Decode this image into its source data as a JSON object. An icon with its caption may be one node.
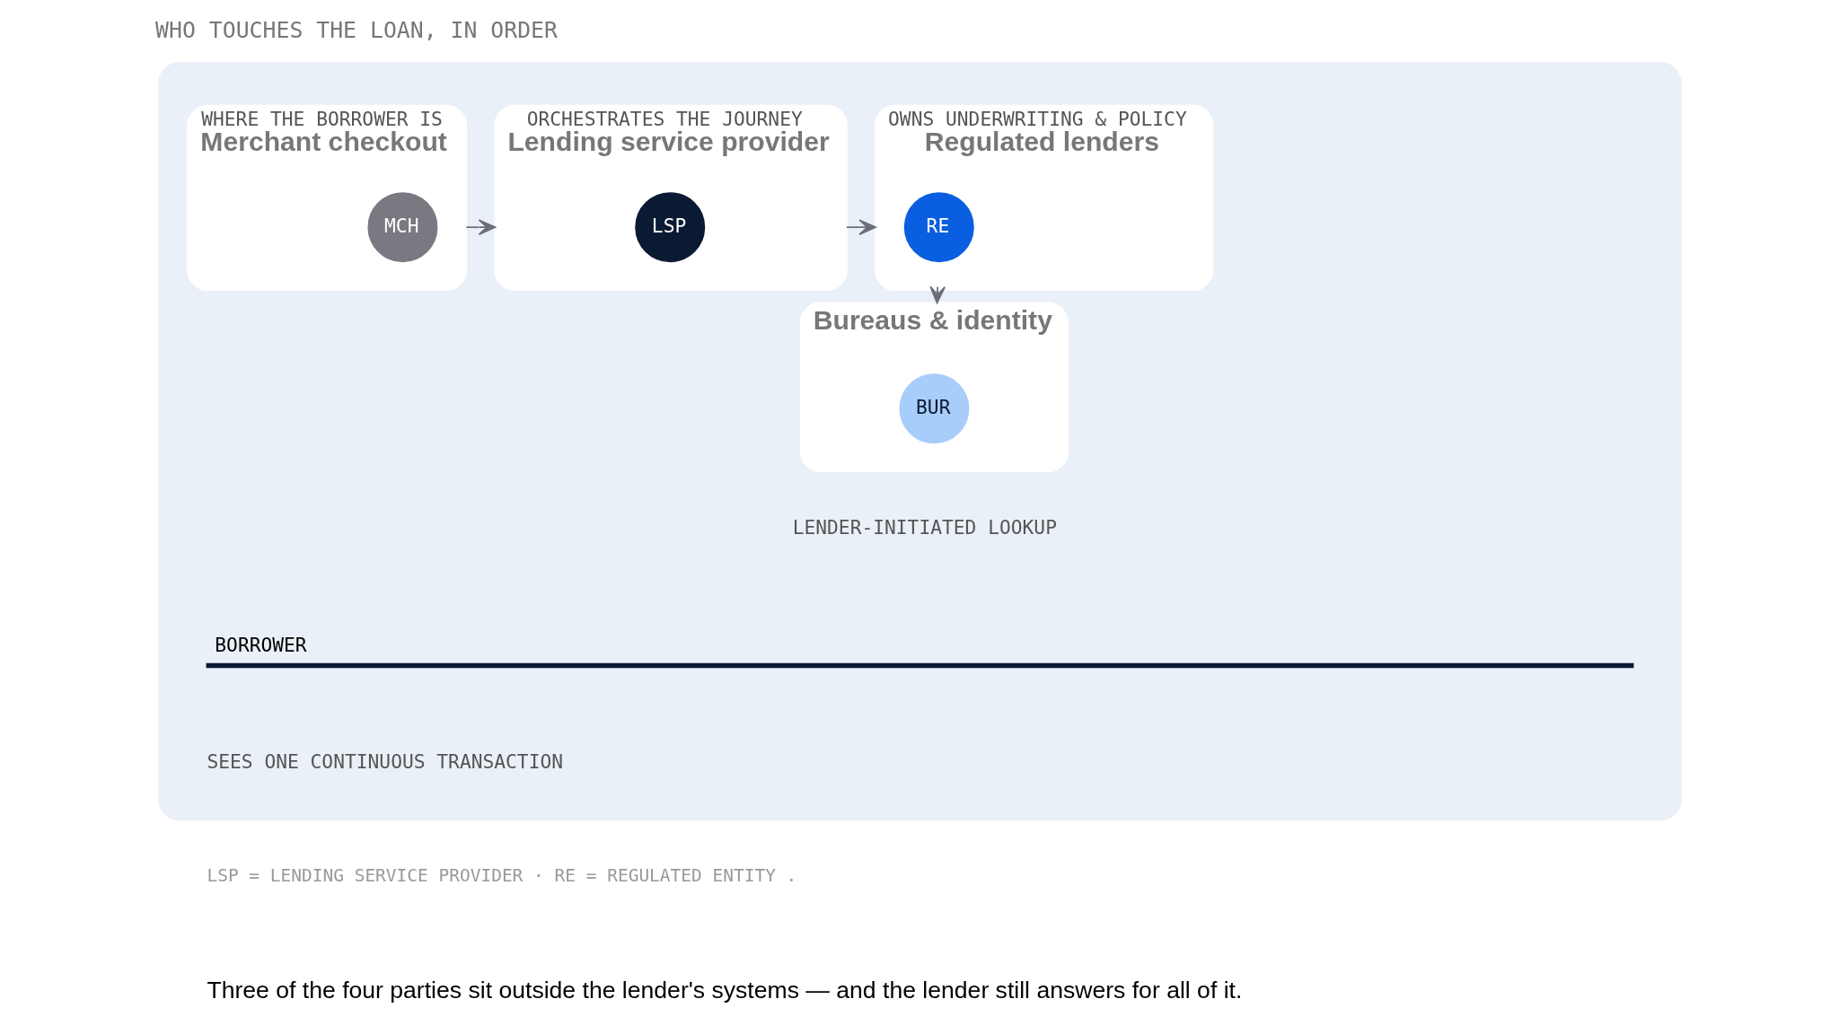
{
  "diagram": {
    "title": "WHO TOUCHES THE LOAN, IN ORDER",
    "caption": "Three of the four parties sit outside the lender's systems — and the lender still answers for all of it.",
    "nodes": [
      {
        "text": [],
        "shape": "box"
      },
      {
        "text": [
          "WHERE THE BORROWER IS",
          "Merchant checkout"
        ],
        "in": 0
      },
      {
        "text": [
          "MCH"
        ],
        "in": 1
      },
      {
        "text": [
          "ORCHESTRATES THE JOURNEY",
          "Lending service provider"
        ],
        "in": 0
      },
      {
        "text": [
          "LSP"
        ],
        "in": 3
      },
      {
        "text": [
          "OWNS UNDERWRITING & POLICY",
          "Regulated lenders"
        ],
        "in": 0
      },
      {
        "text": [
          "RE"
        ],
        "in": 5
      },
      {
        "text": [
          "Bureaus & identity"
        ],
        "beside": [
          "LENDER-INITIATED LOOKUP"
        ],
        "in": 0
      },
      {
        "text": [
          "BUR"
        ],
        "in": 7
      }
    ],
    "edges": [
      {
        "from": 1,
        "to": 3,
        "arrow": "to"
      },
      {
        "from": 3,
        "to": 5,
        "arrow": "to"
      },
      {
        "from": 5,
        "to": 7,
        "arrow": "to"
      }
    ],
    "labels": [
      "BORROWER",
      "SEES ONE CONTINUOUS TRANSACTION",
      "LSP = LENDING SERVICE PROVIDER · RE = REGULATED ENTITY ."
    ]
  }
}
